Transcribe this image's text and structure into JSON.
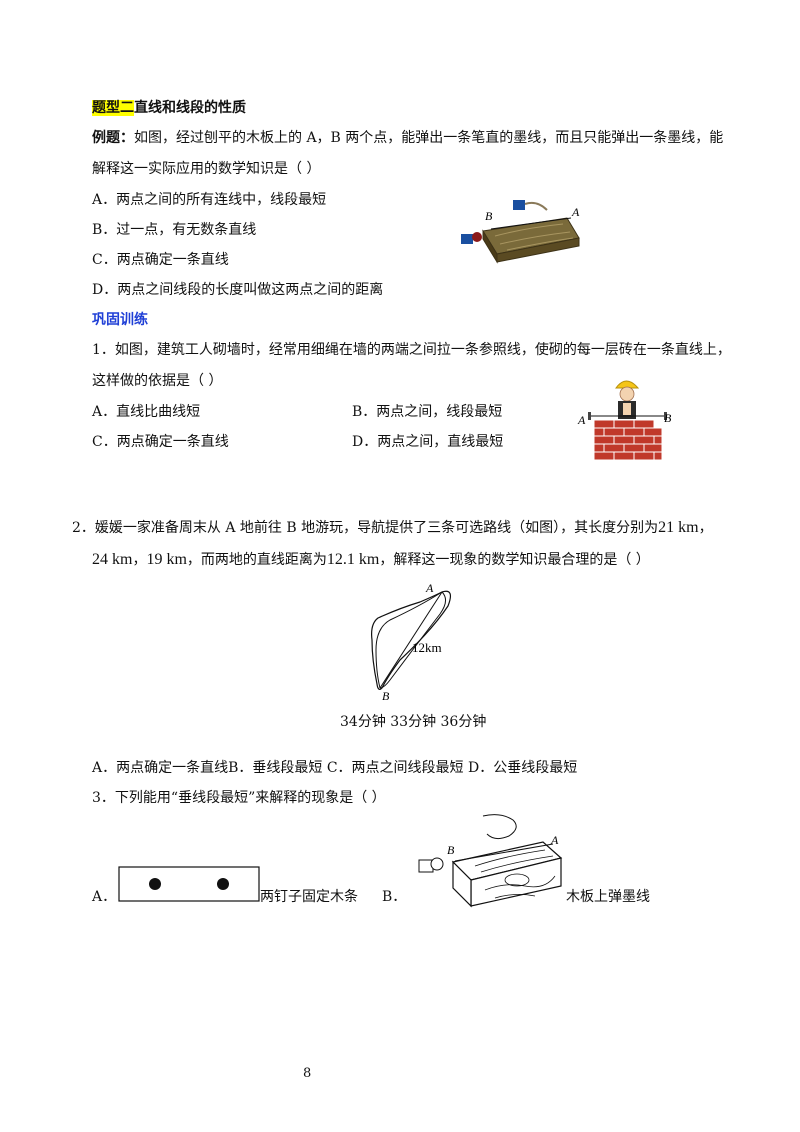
{
  "section": {
    "title_highlight": "题型二",
    "title_rest": "直线和线段的性质"
  },
  "example": {
    "label": "例题：",
    "line1": "如图，经过刨平的木板上的 A，B 两个点，能弹出一条笔直的墨线，而且只能弹出一条墨线，能",
    "line2": "解释这一实际应用的数学知识是（    ）",
    "options": [
      "A．两点之间的所有连线中，线段最短",
      "B．过一点，有无数条直线",
      "C．两点确定一条直线",
      "D．两点之间线段的长度叫做这两点之间的距离"
    ],
    "fig_label_a": "A",
    "fig_label_b": "B"
  },
  "practice": {
    "heading": "巩固训练"
  },
  "q1": {
    "line1": "1．如图，建筑工人砌墙时，经常用细绳在墙的两端之间拉一条参照线，使砌的每一层砖在一条直线上，",
    "line2": "这样做的依据是（    ）",
    "opt_a": "A．直线比曲线短",
    "opt_b": "B．两点之间，线段最短",
    "opt_c": "C．两点确定一条直线",
    "opt_d": "D．两点之间，直线最短",
    "fig_label_a": "A",
    "fig_label_b": "B"
  },
  "q2": {
    "line1_p1": "2．媛媛一家准备周末从 A 地前往 B 地游玩，导航提供了三条可选路线（如图），其长度分别为",
    "line1_v1": "21 km",
    "line1_sep": "，",
    "line2_v2": "24 km",
    "line2_sep1": "，",
    "line2_v3": "19 km",
    "line2_p2": "，而两地的直线距离为",
    "line2_v4": "12.1 km",
    "line2_p3": "，解释这一现象的数学知识最合理的是（    ）",
    "fig_label_a": "A",
    "fig_label_b": "B",
    "fig_distance": "12km",
    "caption": "34分钟 33分钟 36分钟",
    "options": "A．两点确定一条直线B．垂线段最短      C．两点之间线段最短 D．公垂线段最短"
  },
  "q3": {
    "line1": "3．下列能用“垂线段最短”来解释的现象是（    ）",
    "opt_a_letter": "A．",
    "opt_a_text": "两钉子固定木条",
    "opt_b_letter": "B．",
    "opt_b_text": "木板上弹墨线",
    "fig_label_a": "A",
    "fig_label_b": "B"
  },
  "footer": {
    "page_number": "8"
  },
  "colors": {
    "highlight": "#ffff00",
    "heading_blue": "#1f3fd6",
    "brick": "#c0392b",
    "wood": "#6b5a2e",
    "helmet": "#f5c518"
  }
}
